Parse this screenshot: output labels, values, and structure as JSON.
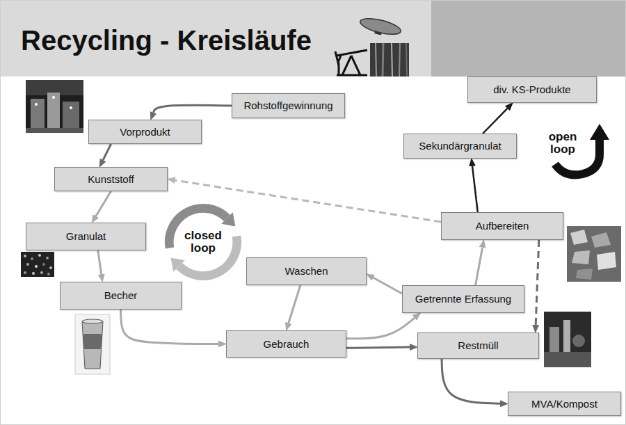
{
  "diagram": {
    "title": "Recycling - Kreisläufe",
    "nodes": [
      {
        "text": [
          "div. KS-Produkte"
        ]
      },
      {
        "text": [
          "Rohstoffgewinnung"
        ]
      },
      {
        "text": [
          "Vorprodukt"
        ]
      },
      {
        "text": [
          "Sekundärgranulat"
        ]
      },
      {
        "text": [
          "Kunststoff"
        ]
      },
      {
        "text": [
          "Aufbereiten"
        ]
      },
      {
        "text": [
          "Granulat"
        ]
      },
      {
        "text": [
          "Waschen"
        ]
      },
      {
        "text": [
          "Becher"
        ]
      },
      {
        "text": [
          "Getrennte Erfassung"
        ]
      },
      {
        "text": [
          "Gebrauch"
        ]
      },
      {
        "text": [
          "Restmüll"
        ]
      },
      {
        "text": [
          "MVA/Kompost"
        ]
      }
    ],
    "edges": [
      {
        "from": 1,
        "to": 2,
        "arrow": "to"
      },
      {
        "from": 2,
        "to": 4,
        "arrow": "to"
      },
      {
        "from": 4,
        "to": 6,
        "arrow": "to"
      },
      {
        "from": 6,
        "to": 8,
        "arrow": "to"
      },
      {
        "from": 8,
        "to": 10,
        "arrow": "to"
      },
      {
        "from": 10,
        "to": 9,
        "arrow": "to"
      },
      {
        "from": 10,
        "to": 11,
        "arrow": "to"
      },
      {
        "from": 9,
        "to": 7,
        "arrow": "to"
      },
      {
        "from": 7,
        "to": 10,
        "arrow": "to"
      },
      {
        "from": 9,
        "to": 5,
        "arrow": "to"
      },
      {
        "from": 5,
        "to": 4,
        "arrow": "to"
      },
      {
        "from": 5,
        "to": 3,
        "arrow": "to"
      },
      {
        "from": 3,
        "to": 0,
        "arrow": "to"
      },
      {
        "from": 5,
        "to": 11,
        "arrow": "to"
      },
      {
        "from": 11,
        "to": 12,
        "arrow": "to"
      }
    ],
    "labels": [
      "closed loop",
      "open loop"
    ]
  }
}
